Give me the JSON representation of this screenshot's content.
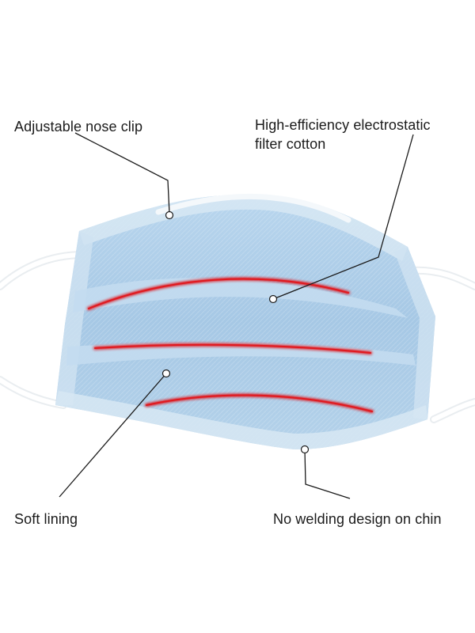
{
  "callouts": {
    "nose_clip": "Adjustable nose clip",
    "filter_line1": "High-efficiency electrostatic",
    "filter_line2": "filter cotton",
    "soft_lining": "Soft lining",
    "no_welding": "No welding design on chin"
  },
  "colors": {
    "mask_fill": "#a9cbe6",
    "mask_light": "#c9e0f1",
    "mask_edge": "#dde9f3",
    "fold_highlight": "#e0191e",
    "ear_loop": "#ffffff",
    "leader_line": "#1b1b1b"
  }
}
